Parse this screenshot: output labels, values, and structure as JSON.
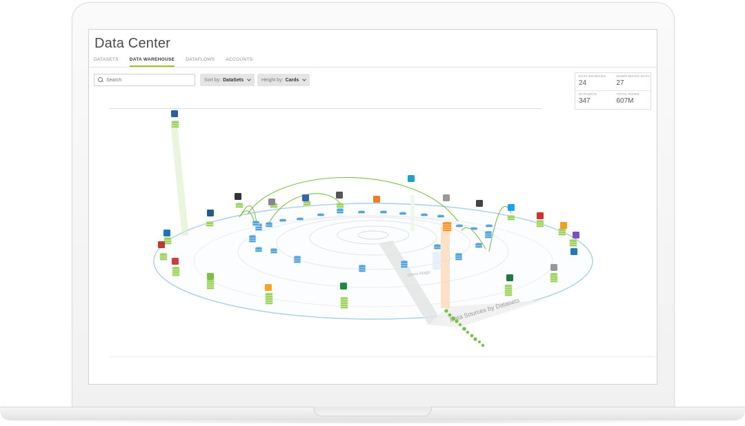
{
  "header": {
    "title": "Data Center"
  },
  "tabs": [
    {
      "label": "DATASETS"
    },
    {
      "label": "DATA WAREHOUSE"
    },
    {
      "label": "DATAFLOWS"
    },
    {
      "label": "ACCOUNTS"
    }
  ],
  "toolbar": {
    "search_placeholder": "Search",
    "sort_prefix": "Sort by:",
    "sort_value": "DataSets",
    "height_prefix": "Height by:",
    "height_value": "Cards"
  },
  "stats": [
    {
      "label": "DATA SOURCES",
      "value": "24"
    },
    {
      "label": "DOMO MAGIC DATA",
      "value": "27"
    },
    {
      "label": "DATASETS",
      "value": "347"
    },
    {
      "label": "TOTAL ROWS",
      "value": "607M"
    }
  ],
  "viz": {
    "center_label": "Domo Magic",
    "ring_label": "Data Sources by Datasets"
  },
  "colors": {
    "accent_green": "#7ac143",
    "stack_blue": "#4fa3dc",
    "stack_green": "#9bd35a",
    "highlight_orange": "#f7941d",
    "ring_blue": "#a9cfe6"
  }
}
